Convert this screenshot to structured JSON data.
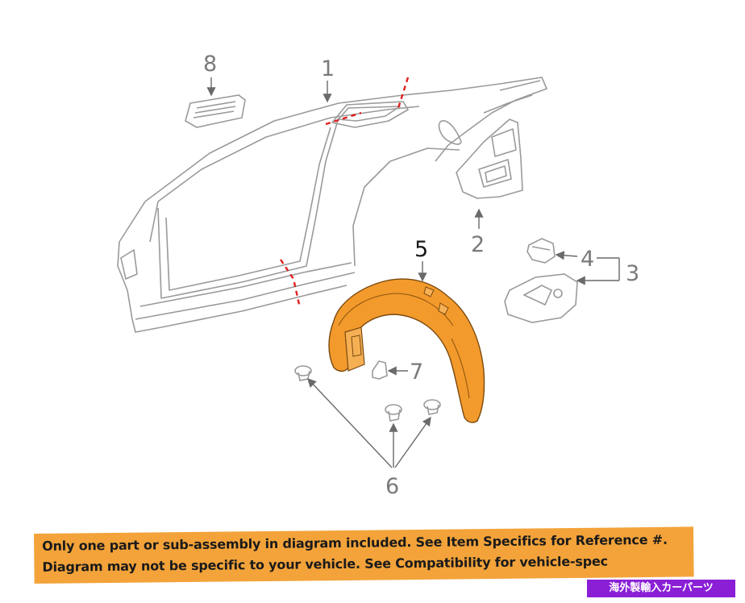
{
  "callouts": {
    "c1": "1",
    "c2": "2",
    "c3": "3",
    "c4": "4",
    "c5": "5",
    "c6": "6",
    "c7": "7",
    "c8": "8"
  },
  "banner": {
    "line1": "Only one part or sub-assembly in diagram included. See Item Specifics for Reference #.",
    "line2": "Diagram may not be specific to your vehicle. See Compatibility for vehicle-spec"
  },
  "badge": "海外製輸入カーパーツ",
  "colors": {
    "highlight_part": "#f39a2c",
    "banner": "#f3a33a",
    "badge": "#8a1fd6",
    "cut_lines": "#e02020",
    "line_art": "#9a9a9a"
  }
}
